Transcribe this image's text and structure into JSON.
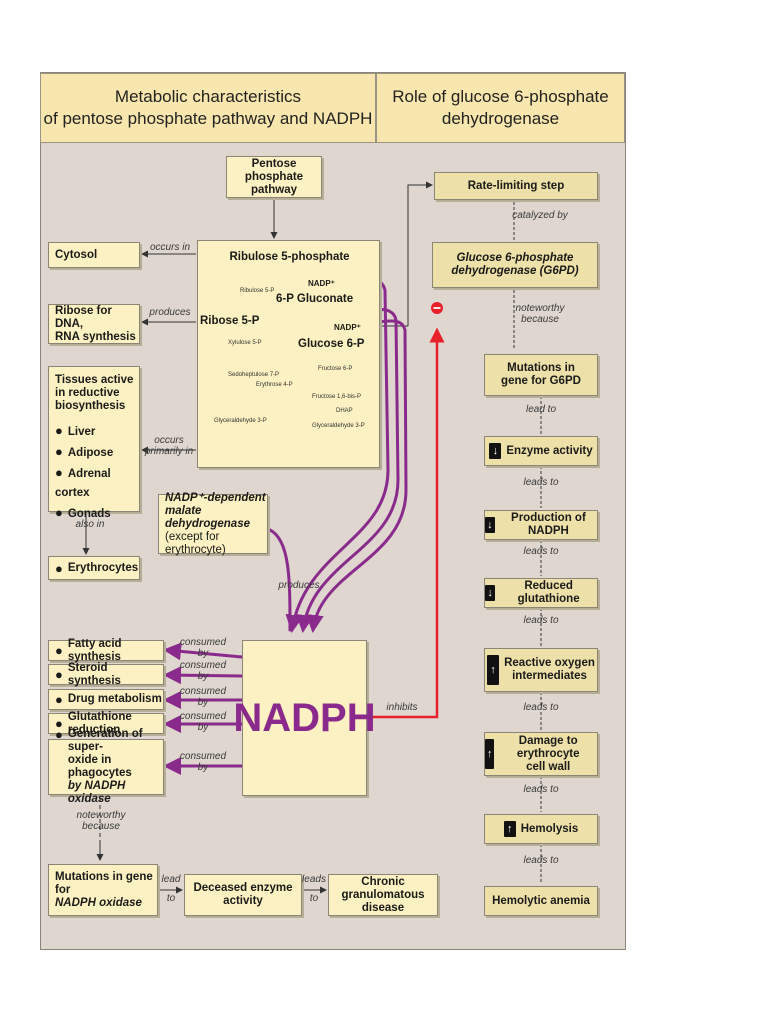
{
  "headers": {
    "left": [
      "Metabolic characteristics",
      "of pentose phosphate pathway and NADPH"
    ],
    "right": [
      "Role of glucose 6-phosphate",
      "dehydrogenase"
    ]
  },
  "ppp": [
    "Pentose phosphate",
    "pathway"
  ],
  "cytosol": "Cytosol",
  "occurs_in": "occurs in",
  "ribose_dna": [
    "Ribose for DNA,",
    "RNA synthesis"
  ],
  "produces": "produces",
  "tissues": {
    "title": [
      "Tissues active",
      "in reductive",
      "biosynthesis"
    ],
    "items": [
      "Liver",
      "Adipose",
      "Adrenal cortex",
      "Gonads"
    ]
  },
  "occurs_primarily": [
    "occurs",
    "primarily in"
  ],
  "also_in": "also in",
  "erythrocytes": "Erythrocytes",
  "pathway": {
    "ru5p": "Ribulose 5-phosphate",
    "nadp1": "NADP⁺",
    "gluconate": "6-P Gluconate",
    "nadp2": "NADP⁺",
    "ribose5p": "Ribose 5-P",
    "glucose6p": "Glucose 6-P",
    "mini_ru5p": "Ribulose 5-P",
    "xylulose": "Xylulose 5-P",
    "sedo": "Sedoheptulose 7-P",
    "erythrose": "Erythrose 4-P",
    "fructose6p": "Fructose 6-P",
    "fbp": "Fructose 1,6-bis-P",
    "dhap": "DHAP",
    "g3p_left": "Glyceraldehyde 3-P",
    "g3p_right": "Glyceraldehyde 3-P"
  },
  "malate": [
    "NADP⁺-dependent",
    "malate dehydrogenase",
    "(except for erythrocyte)"
  ],
  "produces2": "produces",
  "nadph": "NADPH",
  "consumers": [
    "Fatty acid synthesis",
    "Steroid synthesis",
    "Drug metabolism",
    "Glutathione reduction"
  ],
  "superoxide": [
    "Generation of super-",
    "oxide in phagocytes",
    "by NADPH oxidase"
  ],
  "consumed_by": "consumed by",
  "inhibits": "inhibits",
  "noteworthy_left": [
    "noteworthy",
    "because"
  ],
  "bottom": {
    "mut_nox": [
      "Mutations in gene for",
      "NADPH oxidase"
    ],
    "lead_to": [
      "lead",
      "to"
    ],
    "decreased": [
      "Deceased enzyme",
      "activity"
    ],
    "leads_to": [
      "leads",
      "to"
    ],
    "cgd": [
      "Chronic granulomatous",
      "disease"
    ]
  },
  "right": {
    "rate": "Rate-limiting step",
    "catalyzed": "catalyzed by",
    "g6pd": [
      "Glucose 6-phosphate",
      "dehydrogenase (G6PD)"
    ],
    "noteworthy": [
      "noteworthy",
      "because"
    ],
    "mutations": [
      "Mutations in",
      "gene for G6PD"
    ],
    "lead_to": "lead to",
    "enzyme": "Enzyme activity",
    "leads_to": "leads to",
    "prod_nadph": "Production of NADPH",
    "glutathione": "Reduced glutathione",
    "ros": [
      "Reactive oxygen",
      "intermediates"
    ],
    "damage": [
      "Damage to erythrocyte",
      "cell wall"
    ],
    "hemolysis": "Hemolysis",
    "anemia": "Hemolytic anemia",
    "arrow_down": "↓",
    "arrow_up": "↑",
    "minus": "−"
  },
  "colors": {
    "purple": "#8b2a8d",
    "red": "#e8202a",
    "box": "#fcf1c2",
    "header": "#f7e6ad",
    "panel": "#ded6cf"
  }
}
